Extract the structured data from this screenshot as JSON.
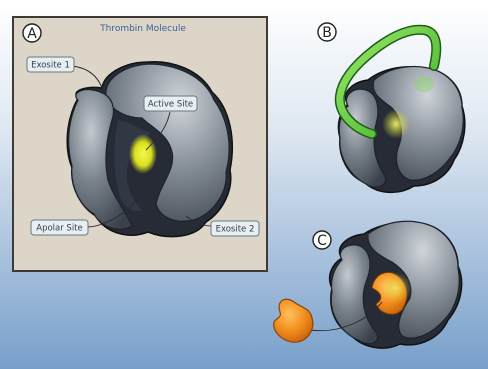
{
  "figure": {
    "panel_a": {
      "letter": "A",
      "title": "Thrombin Molecule",
      "labels": {
        "exosite1": "Exosite 1",
        "active_site": "Active Site",
        "apolar_site": "Apolar Site",
        "exosite2": "Exosite 2"
      }
    },
    "panel_b": {
      "letter": "B"
    },
    "panel_c": {
      "letter": "C"
    },
    "colors": {
      "background_top": "#ffffff",
      "background_bottom": "#7ea3cc",
      "panel_bg": "#ddd5c8",
      "protein": "#6d757d",
      "protein_dark": "#1e2330",
      "active_site": "#e6ea22",
      "aptamer": "#6fd34a",
      "inhibitor": "#f08c1e"
    }
  }
}
